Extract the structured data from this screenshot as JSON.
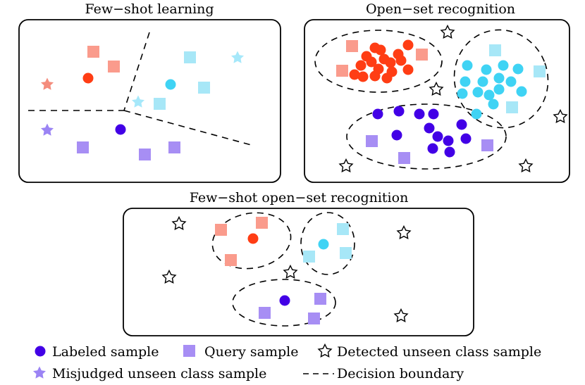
{
  "panels": {
    "few_shot": {
      "title": "Few−shot learning"
    },
    "open_set": {
      "title": "Open−set recognition"
    },
    "fsosr": {
      "title": "Few−shot open−set recognition"
    }
  },
  "legend": {
    "labeled": "Labeled sample",
    "query": "Query sample",
    "detected": "Detected unseen class sample",
    "misjudged": "Misjudged unseen class sample",
    "boundary": "Decision boundary"
  },
  "colors": {
    "red_dot": "#ff3d14",
    "red_square": "#fa9b8c",
    "cyan_dot": "#3fd3f4",
    "cyan_square": "#a7e7f7",
    "purple_dot": "#4200e6",
    "purple_square": "#a78ef4",
    "pink_star": "#f48c7c",
    "lightblue_star": "#a6e8fa",
    "purple_star": "#9b84f4"
  },
  "icons": {
    "labeled": "filled-circle-icon",
    "query": "filled-square-icon",
    "detected": "outline-star-icon",
    "misjudged": "filled-star-icon",
    "boundary": "dashed-line-icon"
  }
}
